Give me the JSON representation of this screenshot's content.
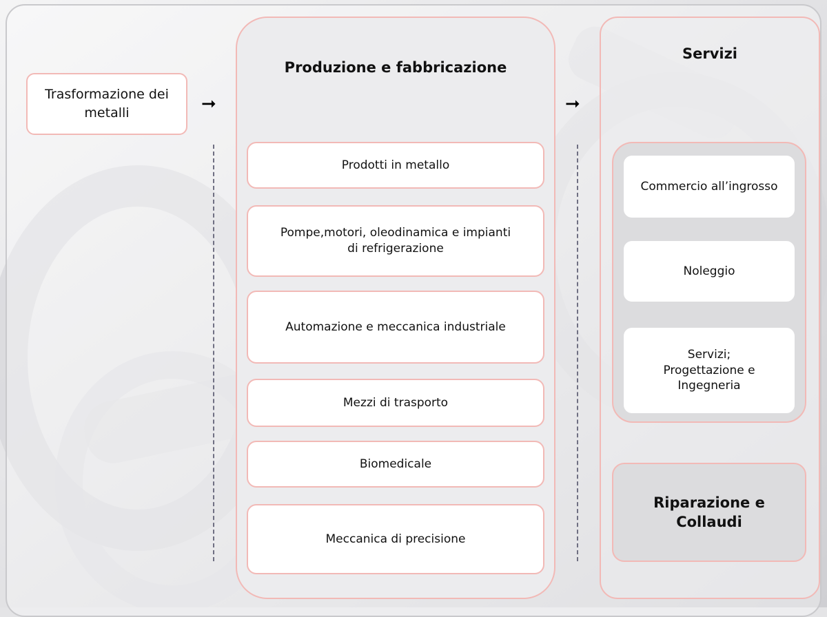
{
  "left": {
    "label_line1": "Trasformazione dei",
    "label_line2": "metalli"
  },
  "center": {
    "title": "Produzione e fabbricazione",
    "items": [
      {
        "line1": "Prodotti in metallo",
        "line2": ""
      },
      {
        "line1": "Pompe,motori, oleodinamica e impianti",
        "line2": "di refrigerazione"
      },
      {
        "line1": "Automazione e meccanica industriale",
        "line2": ""
      },
      {
        "line1": "Mezzi di trasporto",
        "line2": ""
      },
      {
        "line1": "Biomedicale",
        "line2": ""
      },
      {
        "line1": "Meccanica di precisione",
        "line2": ""
      }
    ]
  },
  "right": {
    "title": "Servizi",
    "items": [
      {
        "line1": "Commercio all’ingrosso",
        "line2": "",
        "line3": ""
      },
      {
        "line1": "Noleggio",
        "line2": "",
        "line3": ""
      },
      {
        "line1": "Servizi;",
        "line2": "Progettazione e",
        "line3": "Ingegneria"
      }
    ],
    "bottom_line1": "Riparazione e",
    "bottom_line2": "Collaudi"
  },
  "arrows": {
    "glyph": "➞"
  },
  "colors": {
    "box_border": "#f2b9b6",
    "dash": "#6f6f82",
    "panel": "#ececee"
  }
}
